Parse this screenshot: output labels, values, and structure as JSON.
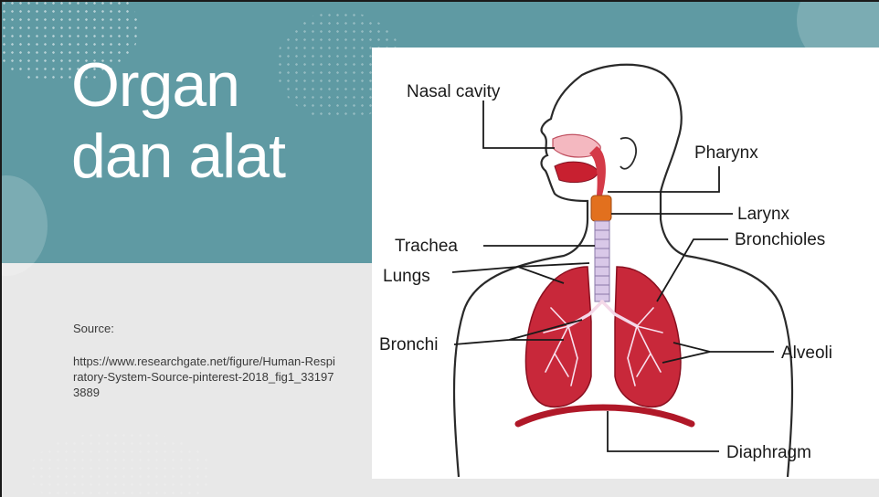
{
  "slide": {
    "title_line1": "Organ",
    "title_line2": "dan alat",
    "source_label": "Source:",
    "source_url": "https://www.researchgate.net/figure/Human-Respiratory-System-Source-pinterest-2018_fig1_331973889"
  },
  "diagram": {
    "labels": {
      "nasal_cavity": "Nasal cavity",
      "pharynx": "Pharynx",
      "larynx": "Larynx",
      "trachea": "Trachea",
      "bronchioles": "Bronchioles",
      "lungs": "Lungs",
      "bronchi": "Bronchi",
      "alveoli": "Alveoli",
      "diaphragm": "Diaphragm"
    }
  },
  "colors": {
    "banner": "#5f9aa3",
    "background": "#e8e8e8",
    "lung": "#c8283a",
    "trachea": "#d9c8e8",
    "larynx": "#e2701e"
  }
}
